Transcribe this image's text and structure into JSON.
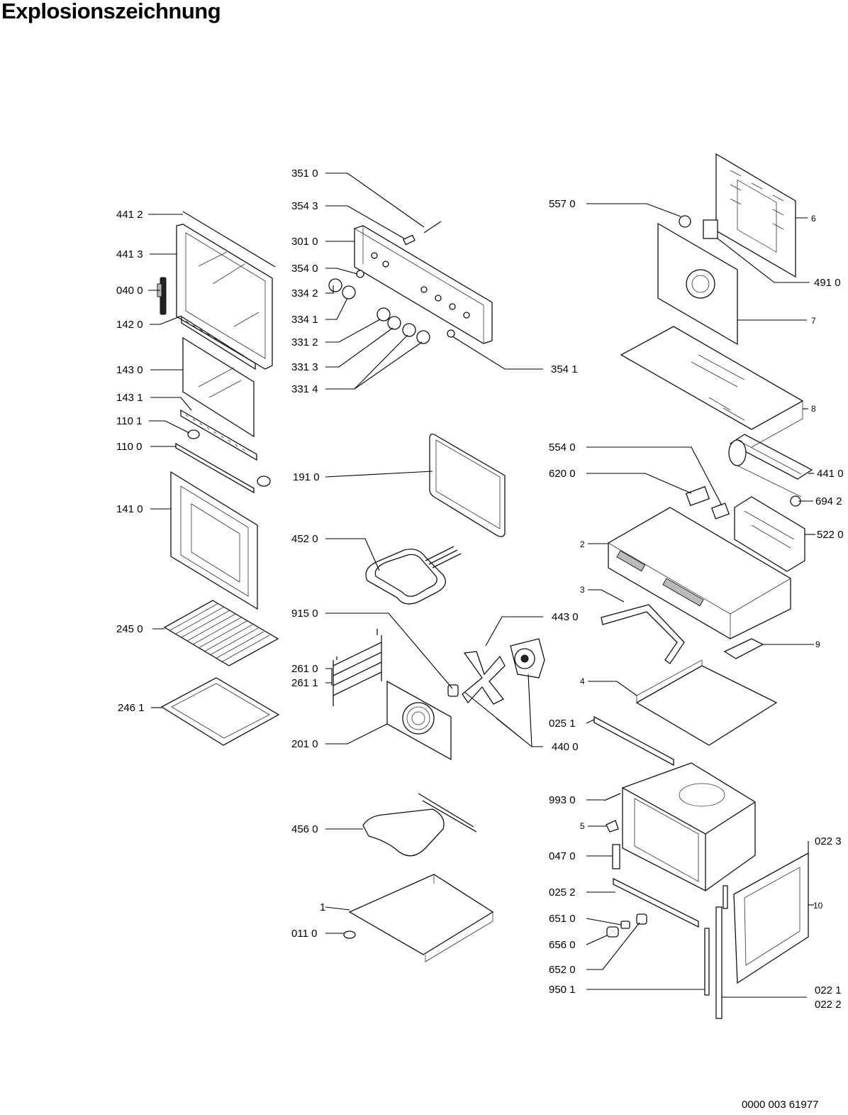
{
  "title": "Explosionszeichnung",
  "document_number": "0000 003 61977",
  "part_labels": {
    "p4412": "441 2",
    "p4413": "441 3",
    "p0400": "040 0",
    "p1420": "142 0",
    "p1430": "143 0",
    "p1431": "143 1",
    "p1101": "110 1",
    "p1100": "110 0",
    "p1410": "141 0",
    "p2450": "245 0",
    "p2461": "246 1",
    "p3510": "351 0",
    "p3543": "354 3",
    "p3010": "301 0",
    "p3540": "354 0",
    "p3342": "334 2",
    "p3341": "334 1",
    "p3312": "331 2",
    "p3313": "331 3",
    "p3314": "331 4",
    "p3541": "354 1",
    "p1910": "191 0",
    "p4520": "452 0",
    "p9150": "915 0",
    "p2610": "261 0",
    "p2611": "261 1",
    "p2010": "201 0",
    "p4430": "443 0",
    "p4400": "440 0",
    "p4560": "456 0",
    "p1": "1",
    "p0110": "011 0",
    "p5570": "557 0",
    "p6": "6",
    "p4910": "491 0",
    "p7": "7",
    "p8": "8",
    "p5540": "554 0",
    "p6200": "620 0",
    "p4410": "441 0",
    "p6942": "694 2",
    "p2": "2",
    "p5220": "522 0",
    "p3": "3",
    "p9": "9",
    "p4": "4",
    "p0251": "025 1",
    "p9930": "993 0",
    "p5": "5",
    "p0223": "022 3",
    "p0470": "047 0",
    "p0252": "025 2",
    "p10": "10",
    "p6510": "651 0",
    "p6560": "656 0",
    "p6520": "652 0",
    "p9501": "950 1",
    "p0221": "022 1",
    "p0222": "022 2"
  }
}
